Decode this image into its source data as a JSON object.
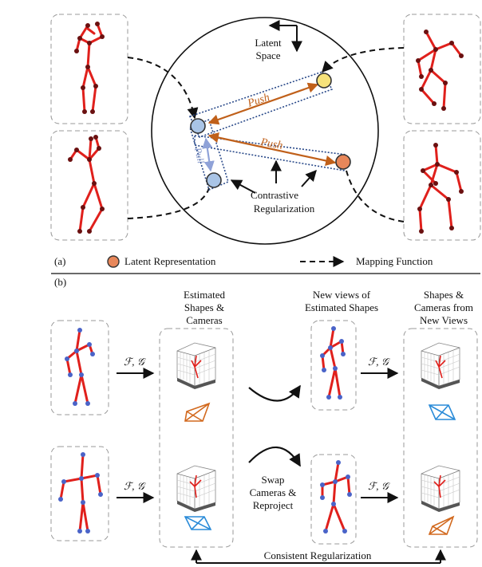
{
  "panel_a": {
    "label": "(a)",
    "latent_space": [
      "Latent",
      "Space"
    ],
    "push_labels": [
      "Push",
      "Push"
    ],
    "pull_label": "Pull",
    "contrastive": [
      "Contrastive",
      "Regularization"
    ],
    "legend": {
      "latent": "Latent Representation",
      "mapping": "Mapping Function"
    },
    "colors": {
      "pose": "#e0201c",
      "joint": "#6b1010",
      "yellow": "#f6e27a",
      "orange": "#e8875a",
      "blue": "#a9c4e6",
      "push": "#c0601a",
      "pull": "#8fa2d8"
    }
  },
  "panel_b": {
    "label": "(b)",
    "estimated": [
      "Estimated",
      "Shapes &",
      "Cameras"
    ],
    "new_views": [
      "New views of",
      "Estimated Shapes"
    ],
    "from_new_views": [
      "Shapes &",
      "Cameras from",
      "New Views"
    ],
    "mapping_symbol": "ℱ, 𝒢",
    "swap": [
      "Swap",
      "Cameras &",
      "Reproject"
    ],
    "consistent": "Consistent Regularization",
    "colors": {
      "pose": "#e0201c",
      "joint": "#4a63c8",
      "cam_orange": "#d2691e",
      "cam_blue": "#2a8bd8"
    }
  }
}
